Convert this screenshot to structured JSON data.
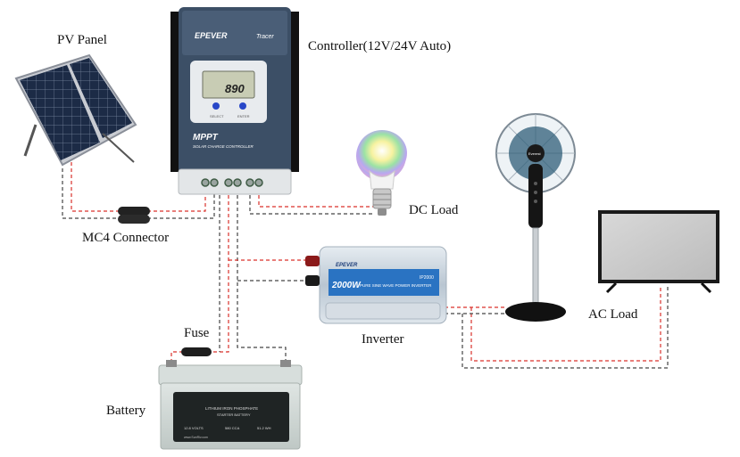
{
  "labels": {
    "pv_panel": "PV Panel",
    "controller": "Controller(12V/24V Auto)",
    "dc_load": "DC Load",
    "mc4_connector": "MC4 Connector",
    "inverter": "Inverter",
    "fuse": "Fuse",
    "battery": "Battery",
    "ac_load": "AC Load"
  },
  "controller_device": {
    "brand": "EPEVER",
    "model": "Tracer",
    "display_value": "890",
    "title": "MPPT",
    "subtitle": "SOLAR CHARGE CONTROLLER",
    "button_select": "SELECT",
    "button_enter": "ENTER"
  },
  "inverter_device": {
    "brand": "EPEVER",
    "model": "IP2000",
    "power": "2000W",
    "description": "PURE SINE WAVE POWER INVERTER"
  },
  "battery_device": {
    "line1": "LITHIUM IRON PHOSPHATE",
    "line2": "STARTER BATTERY",
    "spec1": "12.8 VOLTS",
    "spec2": "580 CCA",
    "spec3": "51.2 WH",
    "url": "www.SunRiv.com"
  },
  "fan_device": {
    "brand": "Everest"
  },
  "colors": {
    "positive_wire": "#d9312b",
    "negative_wire": "#444444",
    "controller_body": "#3c4f66",
    "inverter_body": "#c9d4de",
    "battery_body": "#cfd6d4",
    "panel_cells": "#1b2a44"
  }
}
